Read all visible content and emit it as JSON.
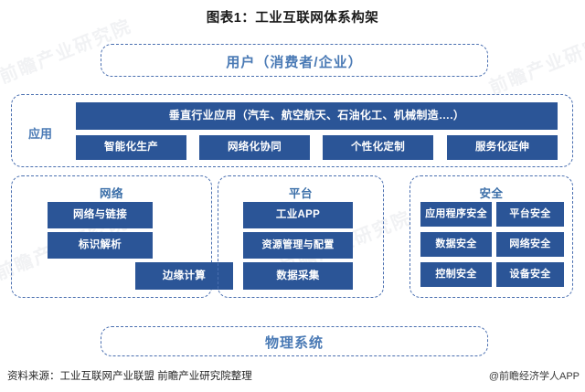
{
  "title": "图表1：工业互联网体系构架",
  "layers": {
    "user": {
      "label": "用户（消费者/企业）"
    },
    "application": {
      "label": "应用",
      "vertical_industry": "垂直行业应用（汽车、航空航天、石油化工、机械制造….）",
      "items": [
        "智能化生产",
        "网络化协同",
        "个性化定制",
        "服务化延伸"
      ]
    },
    "network": {
      "title": "网络",
      "items": [
        "网络与链接",
        "标识解析"
      ],
      "edge": "边缘计算"
    },
    "platform": {
      "title": "平台",
      "items": [
        "工业APP",
        "资源管理与配置",
        "数据采集"
      ]
    },
    "security": {
      "title": "安全",
      "items": [
        "应用程序安全",
        "平台安全",
        "数据安全",
        "网络安全",
        "控制安全",
        "设备安全"
      ]
    },
    "physical": {
      "label": "物理系统"
    }
  },
  "footer": {
    "source": "资料来源：工业互联网产业联盟 前瞻产业研究院整理",
    "attribution": "@前瞻经济学人APP"
  },
  "watermarks": [
    "前瞻产业研究院",
    "前瞻产业研究院",
    "前瞻产业研究院",
    "前瞻产业研究院"
  ],
  "colors": {
    "box_fill": "#2b5597",
    "dashed_border": "#4a6fb0",
    "band_label": "#4a7ab5",
    "panel_title": "#3a6ea8",
    "title_text": "#1a1a1a"
  }
}
